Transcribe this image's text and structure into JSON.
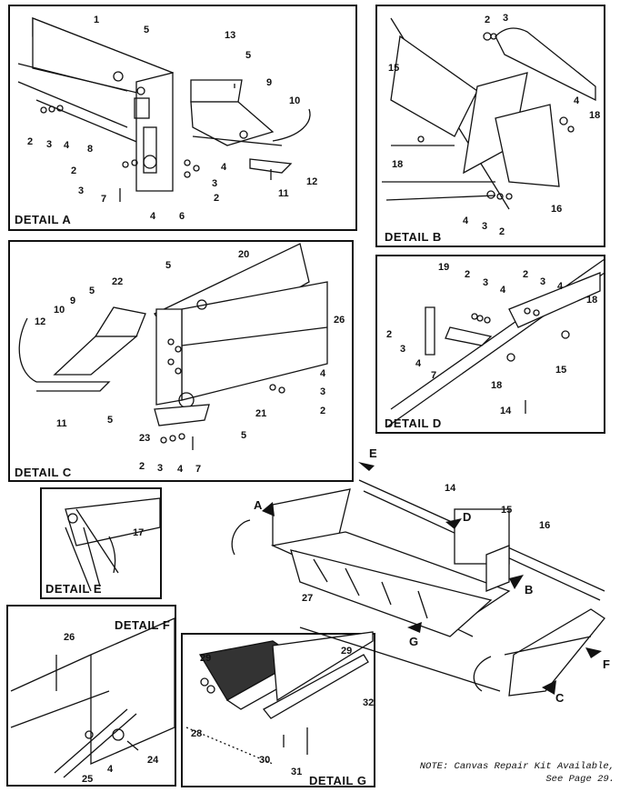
{
  "details": {
    "a": "DETAIL A",
    "b": "DETAIL B",
    "c": "DETAIL C",
    "d": "DETAIL D",
    "e": "DETAIL E",
    "f": "DETAIL F",
    "g": "DETAIL G"
  },
  "note": {
    "line1": "NOTE:  Canvas Repair Kit Available,",
    "line2": "See Page 29."
  },
  "parts": {
    "a": [
      "1",
      "5",
      "13",
      "5",
      "9",
      "10",
      "2",
      "3",
      "4",
      "8",
      "2",
      "3",
      "7",
      "4",
      "6",
      "2",
      "3",
      "4",
      "11",
      "12"
    ],
    "b": [
      "2",
      "3",
      "15",
      "4",
      "18",
      "18",
      "4",
      "3",
      "2",
      "16"
    ],
    "c": [
      "20",
      "5",
      "22",
      "5",
      "26",
      "12",
      "10",
      "9",
      "4",
      "3",
      "2",
      "21",
      "11",
      "5",
      "23",
      "2",
      "3",
      "4",
      "7",
      "5"
    ],
    "d": [
      "19",
      "2",
      "3",
      "4",
      "2",
      "3",
      "4",
      "18",
      "2",
      "3",
      "4",
      "7",
      "15",
      "18",
      "14"
    ],
    "e": [
      "17"
    ],
    "f": [
      "26",
      "25",
      "4",
      "24"
    ],
    "g": [
      "29",
      "29",
      "32",
      "28",
      "30",
      "31"
    ],
    "main": [
      "14",
      "15",
      "16",
      "27"
    ]
  },
  "view_arrows": [
    "E",
    "A",
    "D",
    "B",
    "G",
    "F",
    "C"
  ]
}
